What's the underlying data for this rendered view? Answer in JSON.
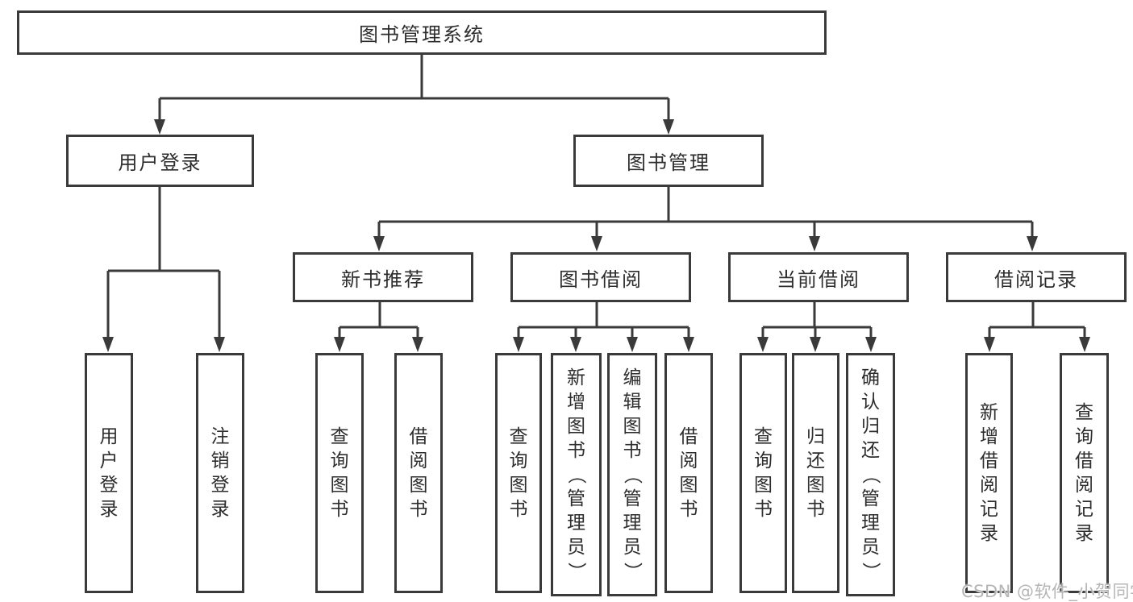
{
  "tree": {
    "label": "图书管理系统",
    "children": [
      {
        "label": "用户登录",
        "children": [
          {
            "label": "用户登录"
          },
          {
            "label": "注销登录"
          }
        ]
      },
      {
        "label": "图书管理",
        "children": [
          {
            "label": "新书推荐",
            "children": [
              {
                "label": "查询图书"
              },
              {
                "label": "借阅图书"
              }
            ]
          },
          {
            "label": "图书借阅",
            "children": [
              {
                "label": "查询图书"
              },
              {
                "label": "新增图书（管理员）"
              },
              {
                "label": "编辑图书（管理员）"
              },
              {
                "label": "借阅图书"
              }
            ]
          },
          {
            "label": "当前借阅",
            "children": [
              {
                "label": "查询图书"
              },
              {
                "label": "归还图书"
              },
              {
                "label": "确认归还（管理员）"
              }
            ]
          },
          {
            "label": "借阅记录",
            "children": [
              {
                "label": "新增借阅记录"
              },
              {
                "label": "查询借阅记录"
              }
            ]
          }
        ]
      }
    ]
  },
  "watermark": {
    "text": "CSDN @软件_小贺同学",
    "color": "#b5b5b5"
  },
  "colors": {
    "line": "#3a3a3a",
    "text": "#2d2d2d",
    "background": "#ffffff"
  }
}
